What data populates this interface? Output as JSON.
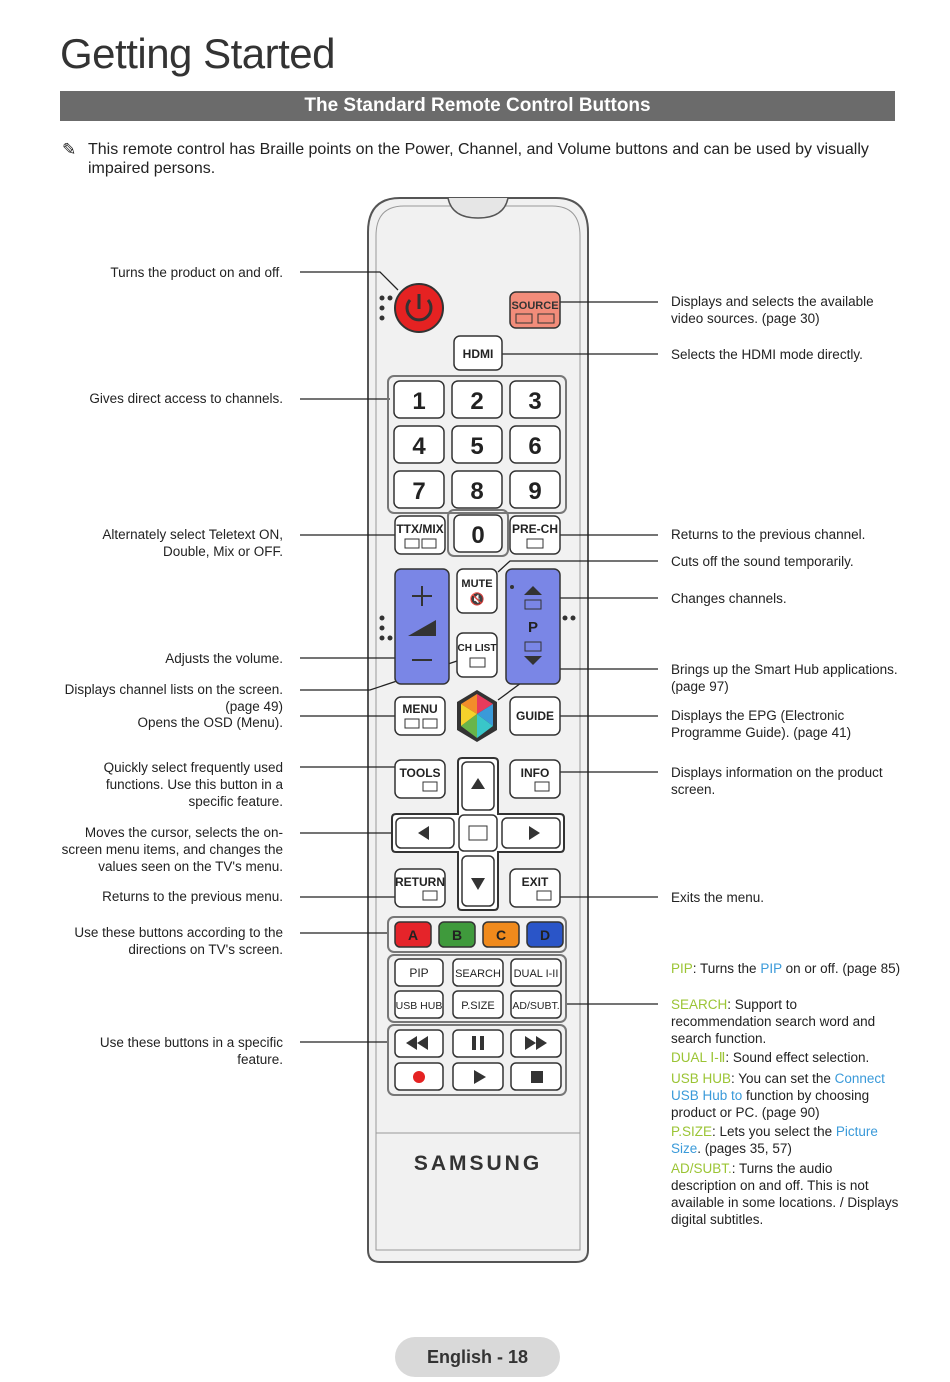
{
  "page_title": "Getting Started",
  "section_title": "The Standard Remote Control Buttons",
  "note": "This remote control has Braille points on the Power, Channel, and Volume buttons and can be used by visually impaired persons.",
  "left_labels": {
    "power": "Turns the product on and off.",
    "numbers": "Gives direct access to channels.",
    "ttx": "Alternately select Teletext ON, Double, Mix or OFF.",
    "volume": "Adjusts the volume.",
    "chlist": "Displays channel lists on the screen. (page 49)",
    "menu": "Opens the OSD (Menu).",
    "tools": "Quickly select frequently used functions. Use this button in a specific feature.",
    "cursor": "Moves the cursor, selects the on-screen menu items, and changes the values seen on the TV's menu.",
    "return": "Returns to the previous menu.",
    "color": "Use these buttons according to the directions on TV's screen.",
    "media": "Use these buttons in a specific feature."
  },
  "right_labels": {
    "source": "Displays and selects the available video sources. (page 30)",
    "hdmi": "Selects the HDMI mode directly.",
    "prech": "Returns to the previous channel.",
    "mute": "Cuts off the sound temporarily.",
    "channel": "Changes channels.",
    "smarthub": "Brings up the Smart Hub applications. (page 97)",
    "guide": "Displays the EPG (Electronic Programme Guide). (page 41)",
    "info": "Displays information on the product screen.",
    "exit": "Exits the menu.",
    "pip_term": "PIP",
    "pip_a": ": Turns the ",
    "pip_term2": "PIP",
    "pip_b": " on or off. (page 85)",
    "search_term": "SEARCH",
    "search_text": ": Support to recommendation search word and search function.",
    "dual_term": "DUAL Ⅰ-Ⅱ",
    "dual_text": ": Sound effect selection.",
    "usb_term": "USB HUB",
    "usb_a": ": You can set the ",
    "usb_link": "Connect USB Hub to",
    "usb_b": " function by choosing product or PC. (page 90)",
    "psize_term": "P.SIZE",
    "psize_a": ": Lets you select the ",
    "psize_link": "Picture Size",
    "psize_b": ". (pages 35, 57)",
    "adsubt_term": "AD/SUBT.",
    "adsubt_text": ": Turns the audio description on and off. This is not available in some locations. / Displays digital subtitles."
  },
  "remote": {
    "source": "SOURCE",
    "hdmi": "HDMI",
    "digits": [
      "1",
      "2",
      "3",
      "4",
      "5",
      "6",
      "7",
      "8",
      "9",
      "0"
    ],
    "ttx": "TTX/MIX",
    "prech": "PRE-CH",
    "mute": "MUTE",
    "chlist": "CH LIST",
    "p": "P",
    "menu": "MENU",
    "guide": "GUIDE",
    "tools": "TOOLS",
    "info": "INFO",
    "return": "RETURN",
    "exit": "EXIT",
    "colors": [
      "A",
      "B",
      "C",
      "D"
    ],
    "pip": "PIP",
    "search": "SEARCH",
    "dual": "DUAL I-II",
    "usbhub": "USB HUB",
    "psize": "P.SIZE",
    "adsubt": "AD/SUBT.",
    "brand": "SAMSUNG"
  },
  "colors": {
    "power": "#e52222",
    "source": "#f28c7a",
    "vol_ch": "#7a86e6",
    "a": "#e5242a",
    "b": "#3f9a3c",
    "c": "#f08a1c",
    "d": "#2a55c8",
    "accent_green": "#9bc434",
    "accent_blue": "#3a9ad9"
  },
  "footer": "English - 18"
}
